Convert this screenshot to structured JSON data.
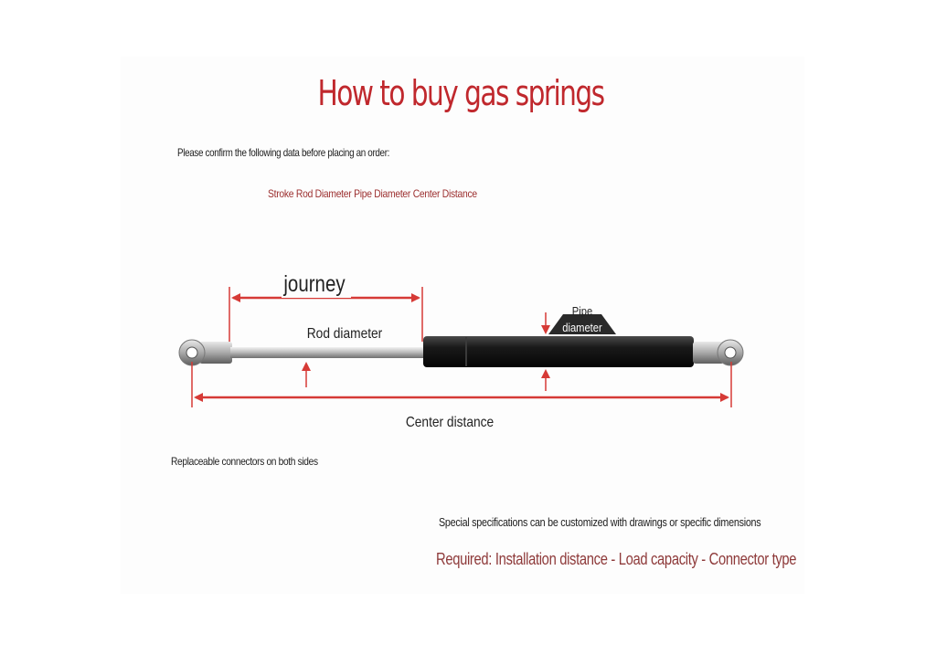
{
  "header": {
    "title": "How to buy gas springs",
    "intro": "Please confirm the following data before placing an order:",
    "fields_line": "Stroke Rod Diameter Pipe Diameter Center Distance"
  },
  "diagram": {
    "journey_label": "journey",
    "rod_label": "Rod diameter",
    "pipe_label_line1": "Pipe",
    "pipe_label_line2": "diameter",
    "center_label": "Center distance"
  },
  "notes": {
    "connectors": "Replaceable connectors on both sides",
    "special": "Special specifications can be customized with drawings or specific dimensions",
    "required": "Required: Installation distance - Load capacity - Connector type"
  },
  "colors": {
    "title": "#c0282d",
    "arrow": "#d63a36",
    "cylinder": "#111111",
    "rod": "#cfcfcf"
  }
}
